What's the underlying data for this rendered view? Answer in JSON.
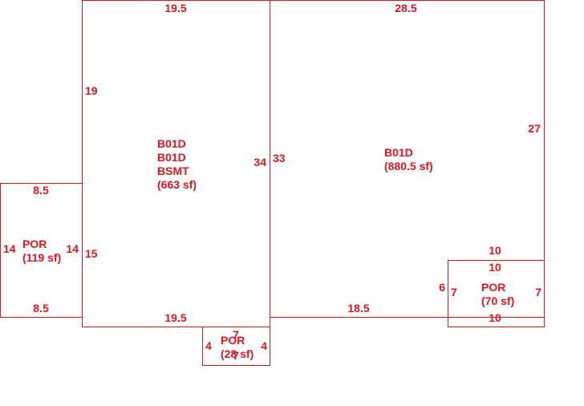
{
  "line_color": "#e8141d",
  "areas": {
    "main": {
      "lines": [
        "B01D",
        "(880.5 sf)"
      ]
    },
    "bsmt": {
      "lines": [
        "B01D",
        "B01D",
        "BSMT",
        "(663 sf)"
      ]
    },
    "porch_left": {
      "lines": [
        "POR",
        "(119 sf)"
      ]
    },
    "porch_right": {
      "lines": [
        "POR",
        "(70 sf)"
      ]
    },
    "porch_bottom": {
      "lines": [
        "POR",
        "(28 sf)"
      ]
    }
  },
  "dimensions": {
    "bsmt_top": "19.5",
    "main_top": "28.5",
    "bsmt_left": "19",
    "main_right": "27",
    "bsmt_right": "34",
    "main_left": "33",
    "porch_left_top": "8.5",
    "porch_left_bottom": "8.5",
    "porch_left_outer": "14",
    "porch_left_inner": "14",
    "bsmt_left_lower": "15",
    "bsmt_bottom": "19.5",
    "main_bottom": "18.5",
    "main_right_lower": "10",
    "porch_right_top": "10",
    "porch_right_bottom": "10",
    "porch_right_outer_left": "6",
    "porch_right_left": "7",
    "porch_right_right": "7",
    "porch_bottom_top": "7",
    "porch_bottom_bottom": "7",
    "porch_bottom_left": "4",
    "porch_bottom_right": "4"
  }
}
